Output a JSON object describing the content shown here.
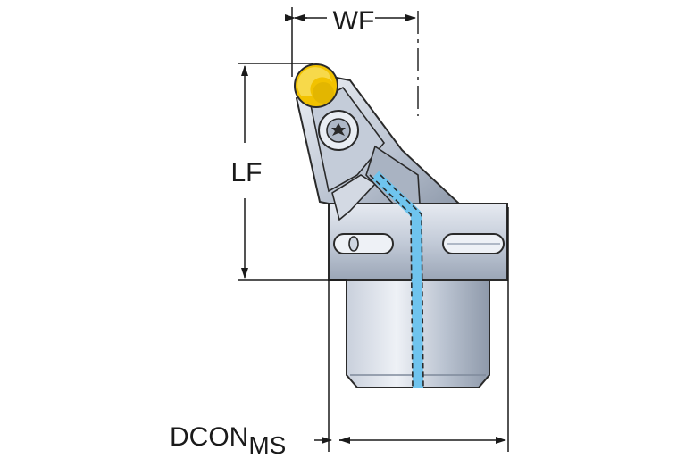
{
  "labels": {
    "wf": "WF",
    "lf": "LF",
    "dcon_main": "DCON",
    "dcon_sub": "MS"
  },
  "colors": {
    "body_light": "#dfe4ec",
    "body_mid": "#b6c0cf",
    "body_dark": "#8c97a8",
    "outline": "#2a2a2a",
    "insert_yellow": "#f2c200",
    "coolant_blue": "#6fc4ee",
    "dimension_line": "#1a1a1a"
  },
  "icons": {
    "insert": "round-insert-icon",
    "screw": "torx-screw-icon",
    "coolant": "coolant-channel-icon"
  }
}
